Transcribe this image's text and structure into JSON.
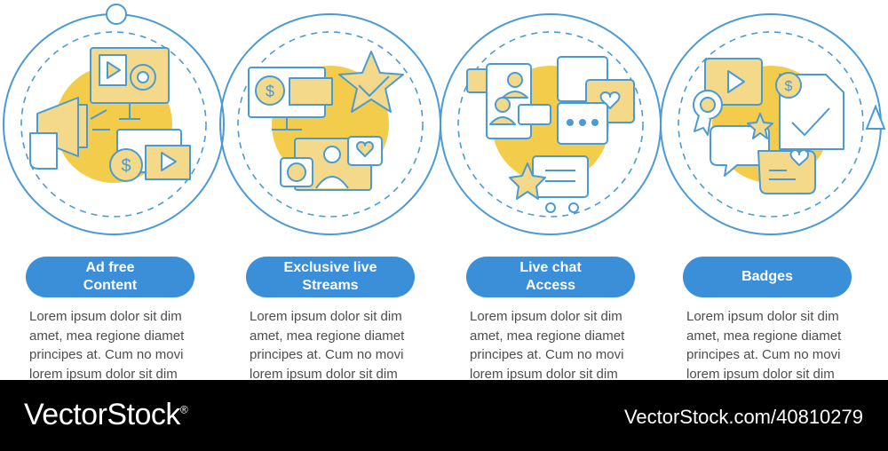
{
  "colors": {
    "accent": "#3b8fd8",
    "icon_fill": "#f5d98a",
    "yellow_blob": "#f2cc4a",
    "outline": "#4a9bd4",
    "body_text": "#4d4d4d",
    "footer_bg": "#000000"
  },
  "steps": [
    {
      "title": "Ad free\nContent",
      "icon": "ad-free-content-icon",
      "text_lines": [
        "Lorem ipsum dolor sit dim",
        "amet, mea regione diamet",
        "principes at. Cum no movi",
        "lorem ipsum dolor sit dim"
      ]
    },
    {
      "title": "Exclusive live\nStreams",
      "icon": "exclusive-live-streams-icon",
      "text_lines": [
        "Lorem ipsum dolor sit dim",
        "amet, mea regione diamet",
        "principes at. Cum no movi",
        "lorem ipsum dolor sit dim"
      ]
    },
    {
      "title": "Live chat\nAccess",
      "icon": "live-chat-access-icon",
      "text_lines": [
        "Lorem ipsum dolor sit dim",
        "amet, mea regione diamet",
        "principes at. Cum no movi",
        "lorem ipsum dolor sit dim"
      ]
    },
    {
      "title": "Badges",
      "icon": "badges-icon",
      "text_lines": [
        "Lorem ipsum dolor sit dim",
        "amet, mea regione diamet",
        "principes at. Cum no movi",
        "lorem ipsum dolor sit dim"
      ]
    }
  ],
  "footer": {
    "brand": "VectorStock",
    "registered": "®",
    "stock_id": "VectorStock.com/40810279"
  }
}
